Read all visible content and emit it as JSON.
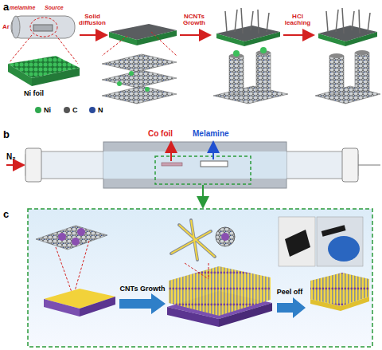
{
  "diagram": {
    "labels": [
      "a",
      "melamine",
      "Source",
      "Ar",
      "Solid diffusion",
      "NCNTs Growth",
      "HCl leaching",
      "Ni foil",
      "b",
      "N₂",
      "Co foil",
      "Melamine",
      "c",
      "CNTs Growth",
      "Peel off"
    ],
    "legend": [
      {
        "text": "Ni",
        "color": "#2fa84f"
      },
      {
        "text": "C",
        "color": "#555555"
      },
      {
        "text": "N",
        "color": "#2a4b9b"
      }
    ]
  }
}
